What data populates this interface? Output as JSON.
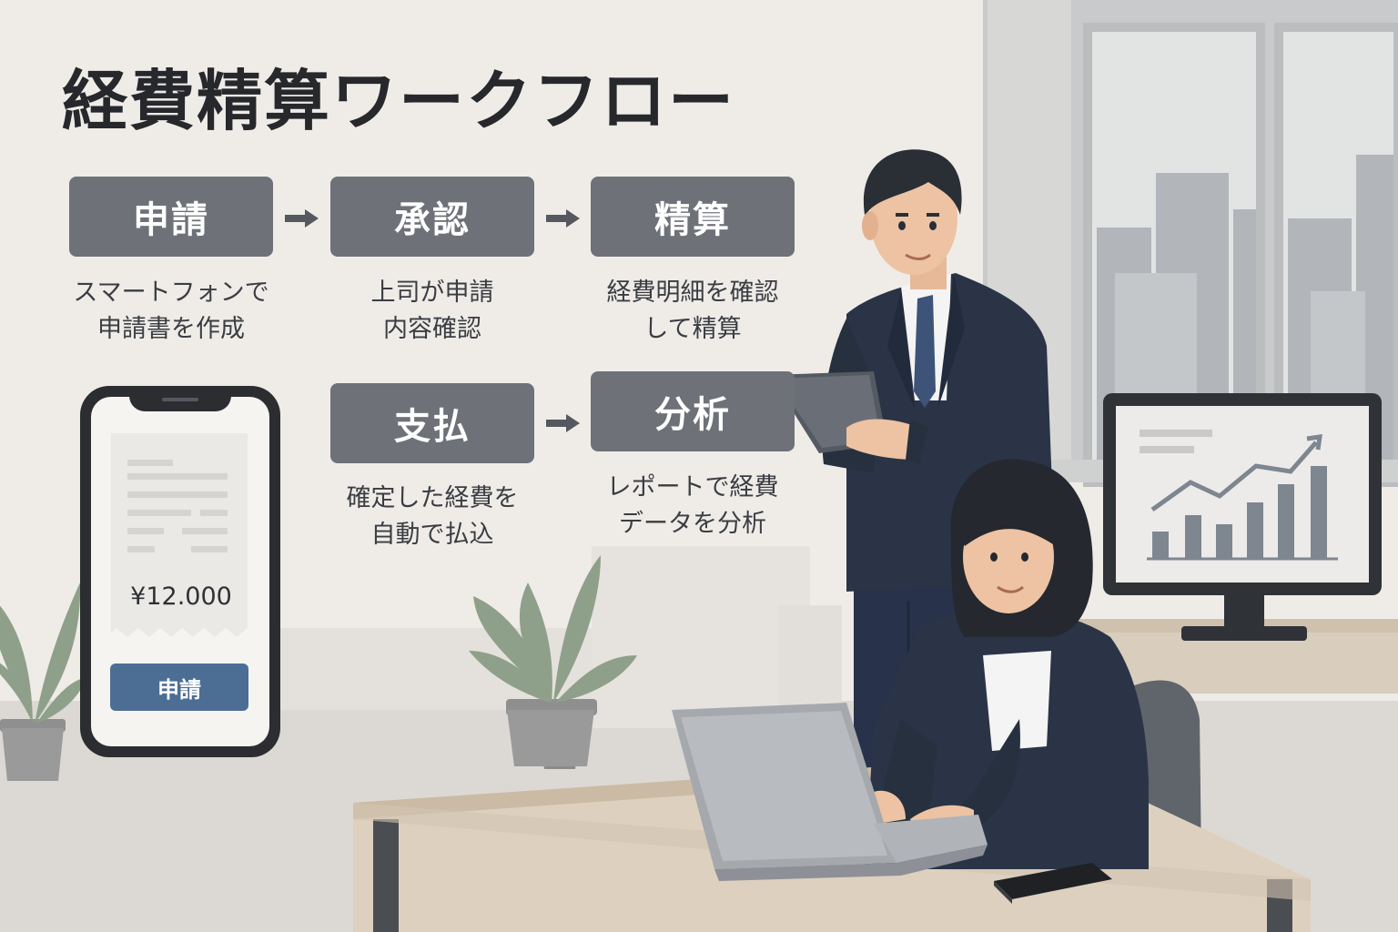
{
  "title": "経費精算ワークフロー",
  "steps": [
    {
      "label": "申請",
      "desc_line1": "スマートフォンで",
      "desc_line2": "申請書を作成"
    },
    {
      "label": "承認",
      "desc_line1": "上司が申請",
      "desc_line2": "内容確認"
    },
    {
      "label": "精算",
      "desc_line1": "経費明細を確認",
      "desc_line2": "して精算"
    },
    {
      "label": "支払",
      "desc_line1": "確定した経費を",
      "desc_line2": "自動で払込"
    },
    {
      "label": "分析",
      "desc_line1": "レポートで経費",
      "desc_line2": "データを分析"
    }
  ],
  "phone": {
    "amount": "¥12.000",
    "button_label": "申請"
  },
  "colors": {
    "step_box": "#6e7178",
    "phone_button": "#4c6e95",
    "suit": "#2a3446",
    "background": "#efece8"
  }
}
